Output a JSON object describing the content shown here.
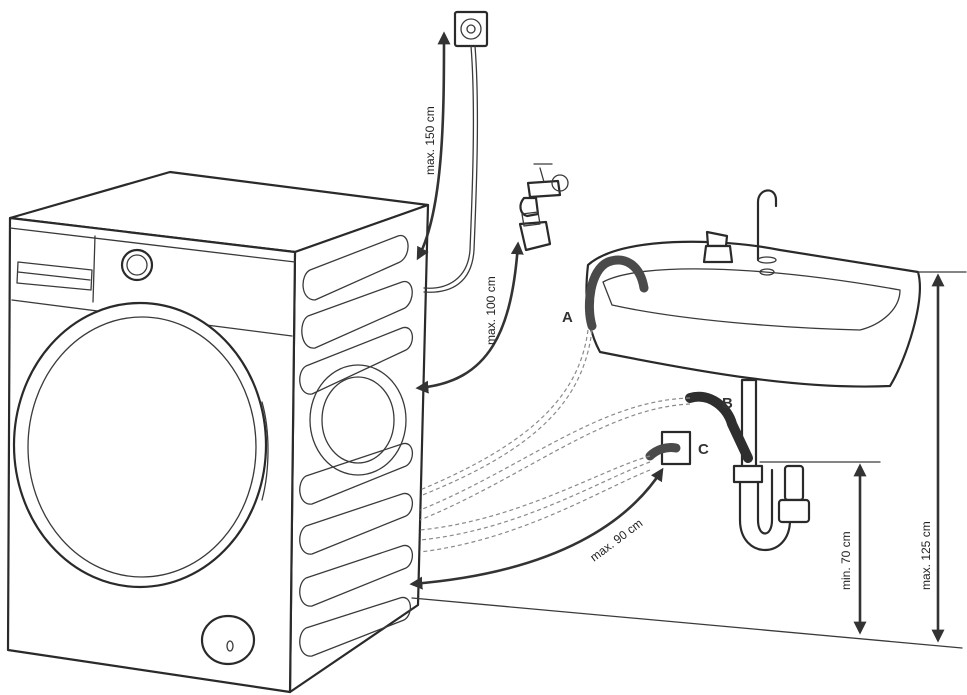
{
  "measurements": {
    "socket": "max. 150 cm",
    "tap": "max. 100 cm",
    "hose": "max. 90 cm",
    "min_height": "min. 70 cm",
    "max_height": "max. 125 cm"
  },
  "hose_labels": {
    "a": "A",
    "b": "B",
    "c": "C"
  }
}
